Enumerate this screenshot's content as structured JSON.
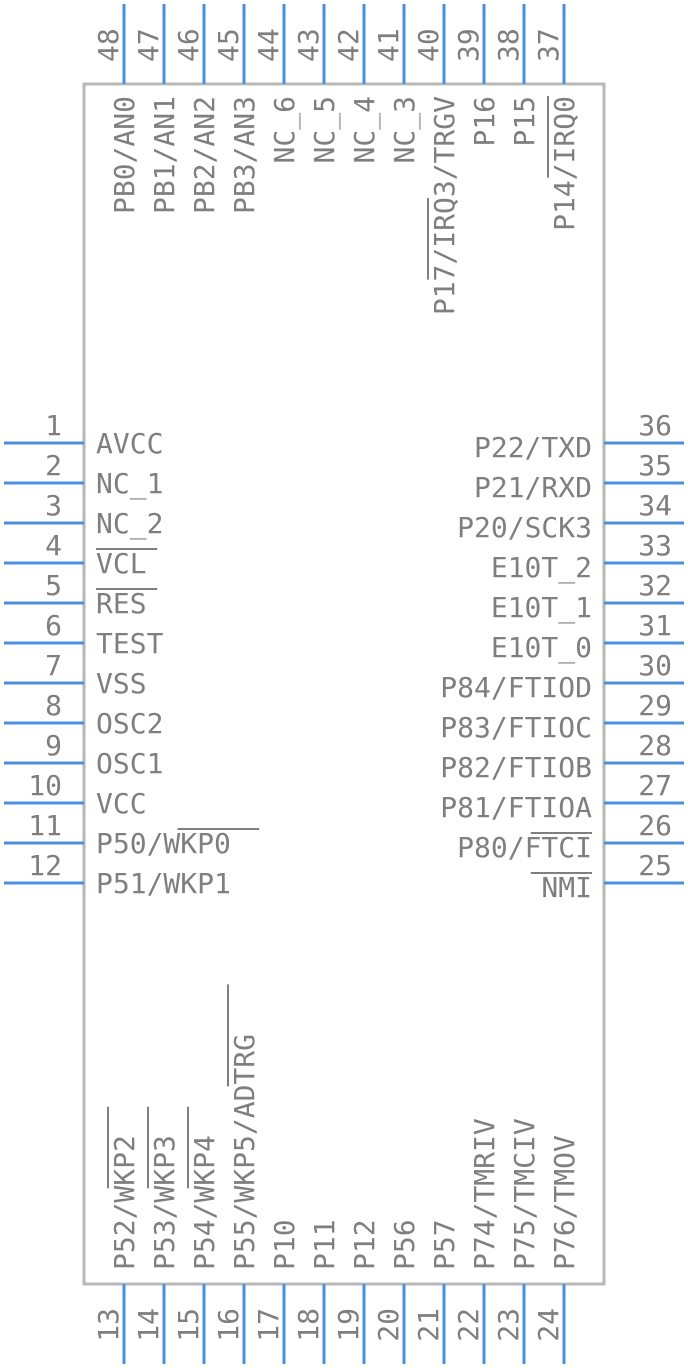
{
  "pins_left": [
    {
      "num": "1",
      "label": "AVCC"
    },
    {
      "num": "2",
      "label": "NC_1"
    },
    {
      "num": "3",
      "label": "NC_2"
    },
    {
      "num": "4",
      "label": "VCL",
      "overline": "all"
    },
    {
      "num": "5",
      "label": "RES",
      "overline": "all"
    },
    {
      "num": "6",
      "label": "TEST"
    },
    {
      "num": "7",
      "label": "VSS"
    },
    {
      "num": "8",
      "label": "OSC2"
    },
    {
      "num": "9",
      "label": "OSC1"
    },
    {
      "num": "10",
      "label": "VCC"
    },
    {
      "num": "11",
      "label": "P50/WKP0",
      "overline": "after_slash"
    },
    {
      "num": "12",
      "label": "P51/WKP1"
    }
  ],
  "pins_right": [
    {
      "num": "36",
      "label": "P22/TXD"
    },
    {
      "num": "35",
      "label": "P21/RXD"
    },
    {
      "num": "34",
      "label": "P20/SCK3"
    },
    {
      "num": "33",
      "label": "E10T_2"
    },
    {
      "num": "32",
      "label": "E10T_1"
    },
    {
      "num": "31",
      "label": "E10T_0"
    },
    {
      "num": "30",
      "label": "P84/FTIOD"
    },
    {
      "num": "29",
      "label": "P83/FTIOC"
    },
    {
      "num": "28",
      "label": "P82/FTIOB"
    },
    {
      "num": "27",
      "label": "P81/FTIOA"
    },
    {
      "num": "26",
      "label": "P80/FTCI",
      "overline": "last3"
    },
    {
      "num": "25",
      "label": "NMI",
      "overline": "all"
    }
  ],
  "pins_top": [
    {
      "num": "48",
      "label": "PB0/AN0"
    },
    {
      "num": "47",
      "label": "PB1/AN1"
    },
    {
      "num": "46",
      "label": "PB2/AN2"
    },
    {
      "num": "45",
      "label": "PB3/AN3"
    },
    {
      "num": "44",
      "label": "NC_6"
    },
    {
      "num": "43",
      "label": "NC_5"
    },
    {
      "num": "42",
      "label": "NC_4"
    },
    {
      "num": "41",
      "label": "NC_3"
    },
    {
      "num": "40",
      "label": "P17/IRQ3/TRGV",
      "overline": "mid"
    },
    {
      "num": "39",
      "label": "P16"
    },
    {
      "num": "38",
      "label": "P15"
    },
    {
      "num": "37",
      "label": "P14/IRQ0",
      "overline": "after_slash"
    }
  ],
  "pins_bottom": [
    {
      "num": "13",
      "label": "P52/WKP2",
      "overline": "after_slash"
    },
    {
      "num": "14",
      "label": "P53/WKP3",
      "overline": "after_slash"
    },
    {
      "num": "15",
      "label": "P54/WKP4",
      "overline": "after_slash"
    },
    {
      "num": "16",
      "label": "P55/WKP5/ADTRG",
      "overline": "last"
    },
    {
      "num": "17",
      "label": "P10"
    },
    {
      "num": "18",
      "label": "P11"
    },
    {
      "num": "19",
      "label": "P12"
    },
    {
      "num": "20",
      "label": "P56"
    },
    {
      "num": "21",
      "label": "P57"
    },
    {
      "num": "22",
      "label": "P74/TMRIV"
    },
    {
      "num": "23",
      "label": "P75/TMCIV"
    },
    {
      "num": "24",
      "label": "P76/TMOV"
    }
  ]
}
